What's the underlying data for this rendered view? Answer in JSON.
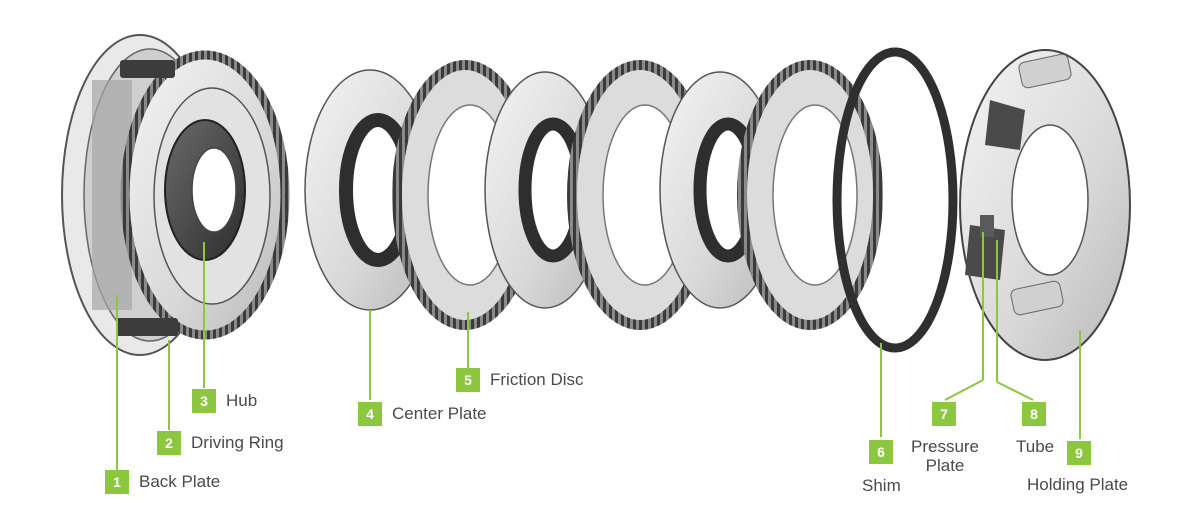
{
  "accent_color": "#8dc63f",
  "parts": [
    {
      "num": "1",
      "label": "Back Plate"
    },
    {
      "num": "2",
      "label": "Driving Ring"
    },
    {
      "num": "3",
      "label": "Hub"
    },
    {
      "num": "4",
      "label": "Center Plate"
    },
    {
      "num": "5",
      "label": "Friction Disc"
    },
    {
      "num": "6",
      "label": "Shim"
    },
    {
      "num": "7",
      "label_line1": "Pressure",
      "label_line2": "Plate"
    },
    {
      "num": "8",
      "label": "Tube"
    },
    {
      "num": "9",
      "label": "Holding Plate"
    }
  ]
}
